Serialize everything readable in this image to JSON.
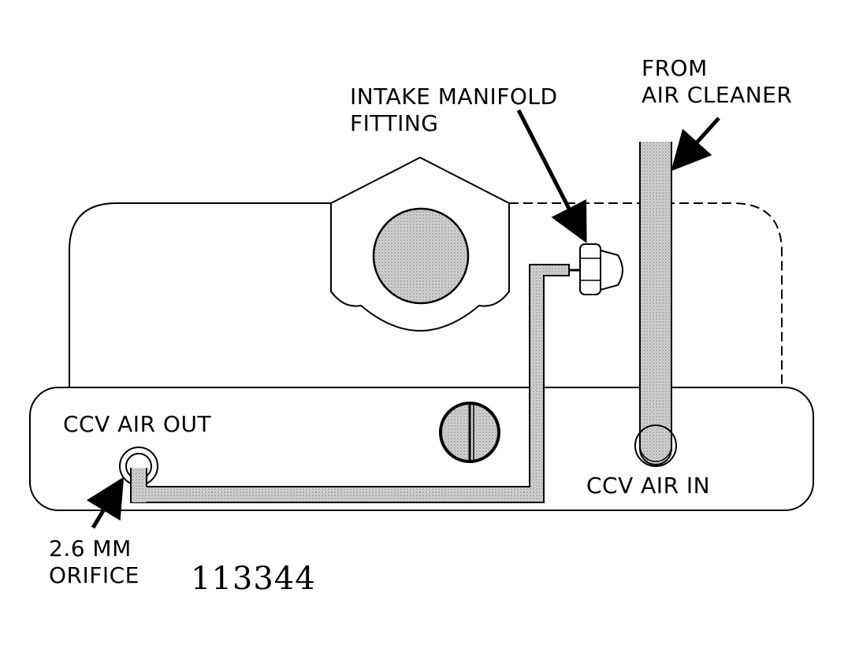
{
  "labels": {
    "intake_fitting": [
      "INTAKE MANIFOLD",
      "FITTING"
    ],
    "from_air_cleaner": [
      "FROM",
      "AIR CLEANER"
    ],
    "ccv_air_out": "CCV AIR OUT",
    "ccv_air_in": "CCV AIR IN",
    "orifice": [
      "2.6 MM",
      "ORIFICE"
    ]
  },
  "figure_number": "113344",
  "colors": {
    "line": "#000000",
    "hose_fill": "#c9c9c9",
    "background": "#ffffff"
  }
}
